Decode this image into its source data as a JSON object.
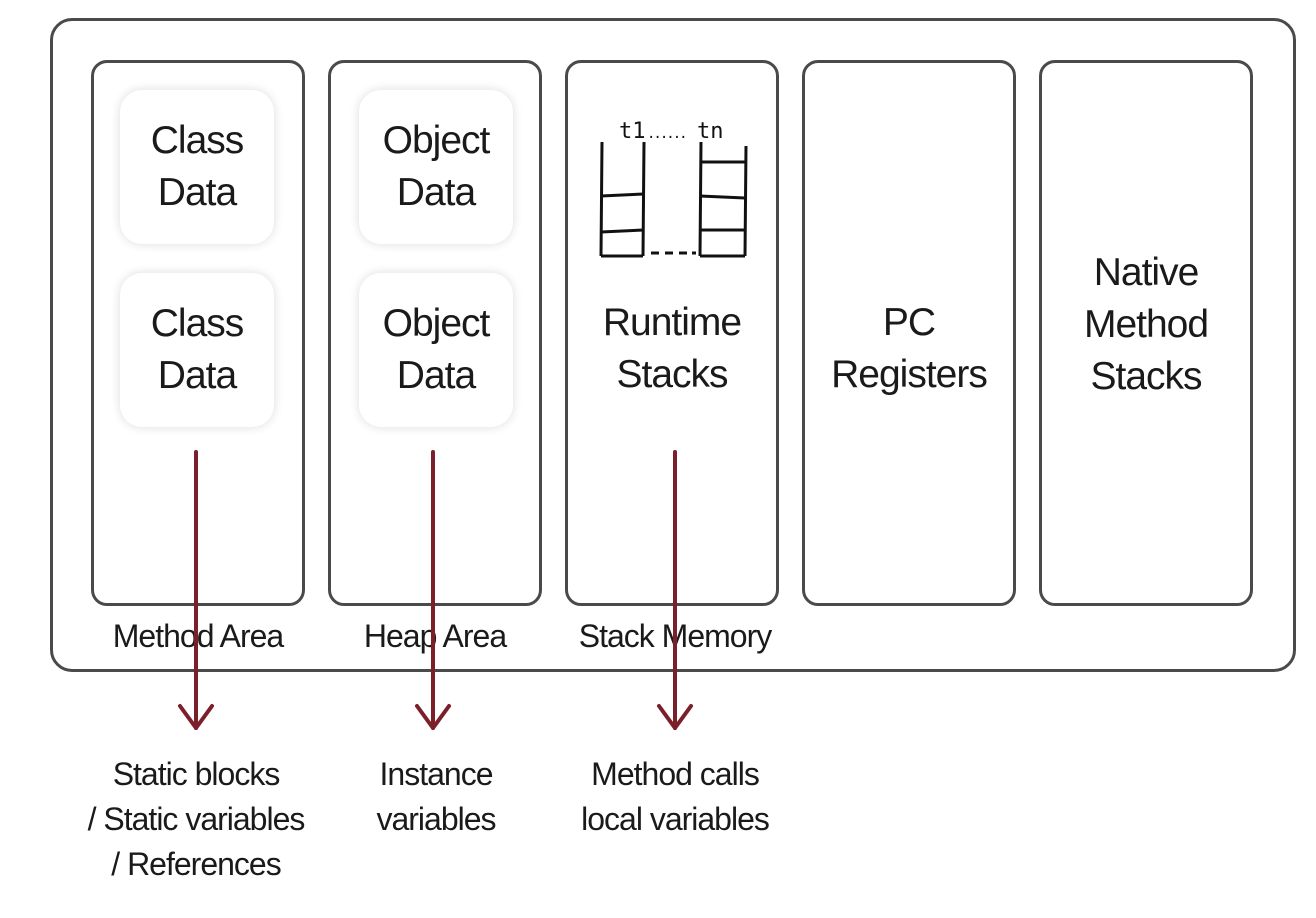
{
  "columns": {
    "method": {
      "cards": [
        "Class\nData",
        "Class\nData"
      ],
      "caption": "Method Area"
    },
    "heap": {
      "cards": [
        "Object\nData",
        "Object\nData"
      ],
      "caption": "Heap Area"
    },
    "stack": {
      "icon_labels": {
        "start": "t1",
        "dots": "......",
        "end": "tn"
      },
      "label": "Runtime\nStacks",
      "caption": "Stack Memory"
    },
    "pc": {
      "label": "PC\nRegisters"
    },
    "native": {
      "label": "Native\nMethod\nStacks"
    }
  },
  "notes": {
    "method": "Static blocks\n/ Static variables\n/ References",
    "heap": "Instance\nvariables",
    "stack": "Method calls\nlocal variables"
  },
  "colors": {
    "border": "#4a4a4a",
    "arrow": "#7b1f2a",
    "text": "#1a1a1a"
  },
  "icons": {
    "stack_frames": "thread-stacks-icon",
    "arrow": "down-arrow-icon"
  }
}
